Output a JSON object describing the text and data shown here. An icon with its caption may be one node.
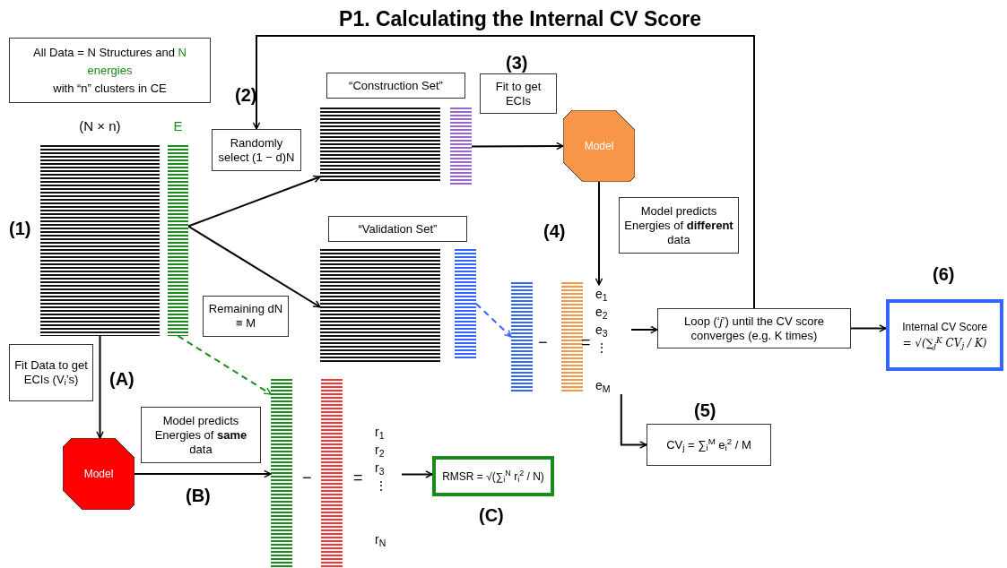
{
  "diagram": {
    "title": "P1. Calculating the Internal CV Score",
    "nodes": [
      {
        "text": [
          "All Data = N Structures and",
          "N energies",
          "with “n” clusters in CE"
        ]
      },
      {
        "text": [
          "(N × n)"
        ]
      },
      {
        "text": [
          "E"
        ]
      },
      {
        "text": [
          "Randomly select (1 − d)N"
        ]
      },
      {
        "text": [
          "“Construction Set”"
        ]
      },
      {
        "text": [],
        "shape": "bar"
      },
      {
        "text": [],
        "shape": "bar"
      },
      {
        "text": [
          "Fit to get ECIs"
        ]
      },
      {
        "text": [
          "Model"
        ]
      },
      {
        "text": [
          "“Validation Set”"
        ]
      },
      {
        "text": [],
        "shape": "bar"
      },
      {
        "text": [],
        "shape": "bar"
      },
      {
        "text": [
          "Remaining dN ≡ M"
        ]
      },
      {
        "text": [],
        "shape": "bar"
      },
      {
        "text": [],
        "shape": "bar"
      },
      {
        "text": [
          "e$_{1}$",
          "e$_{2}$",
          "e$_{3}$",
          "⋮",
          "e$_{M}$"
        ]
      },
      {
        "text": [
          "Model predicts Energies of **different** data"
        ]
      },
      {
        "text": [
          "Loop (‘*j*’) until the CV score converges (e.g. K times)"
        ]
      },
      {
        "text": [
          "Internal CV Score",
          "= √(∑$_{j}$$^{K}$ CV$_{j}$ / K)"
        ]
      },
      {
        "text": [
          "CV$_{j}$ = ∑$_{i}$$^{M}$ e$_{i}$$^{2}$ / M"
        ]
      },
      {
        "text": [
          "Fit Data to get ECIs (V$_{i}$’s)"
        ]
      },
      {
        "text": [
          "Model"
        ]
      },
      {
        "text": [
          "Model predicts Energies of **same** data"
        ]
      },
      {
        "text": [],
        "shape": "bar"
      },
      {
        "text": [],
        "shape": "bar"
      },
      {
        "text": [
          "r$_{1}$",
          "r$_{2}$",
          "r$_{3}$",
          "⋮",
          "r$_{N}$"
        ]
      },
      {
        "text": [
          "RMSR = √(∑$_{i}$$^{N}$ r$_{i}$$^{2}$ / N)"
        ]
      }
    ],
    "edges": [
      {
        "from": 17,
        "to": 3,
        "arrow": "to"
      },
      {
        "from": 2,
        "to": 5,
        "arrow": "to"
      },
      {
        "from": 2,
        "to": 10,
        "arrow": "to"
      },
      {
        "from": 6,
        "to": 8,
        "arrow": "to"
      },
      {
        "from": 8,
        "to": 15,
        "arrow": "to"
      },
      {
        "from": 11,
        "to": 13,
        "arrow": "to",
        "style": "dashed",
        "color": "#3366ff"
      },
      {
        "from": 15,
        "to": 17,
        "arrow": "to"
      },
      {
        "from": 17,
        "to": 18,
        "arrow": "to"
      },
      {
        "from": 15,
        "to": 19,
        "arrow": "to"
      },
      {
        "from": 1,
        "to": 21,
        "arrow": "to"
      },
      {
        "from": 2,
        "to": 23,
        "arrow": "to",
        "style": "dashed",
        "color": "#1a8a1a"
      },
      {
        "from": 21,
        "to": 23,
        "arrow": "to"
      },
      {
        "from": 25,
        "to": 26,
        "arrow": "to"
      }
    ],
    "labels": [
      "(3)",
      "(2)",
      "(1)",
      "(4)",
      "(6)",
      "−",
      "=",
      "(A)",
      "(5)",
      "−",
      "=",
      "(B)",
      "(C)"
    ]
  }
}
